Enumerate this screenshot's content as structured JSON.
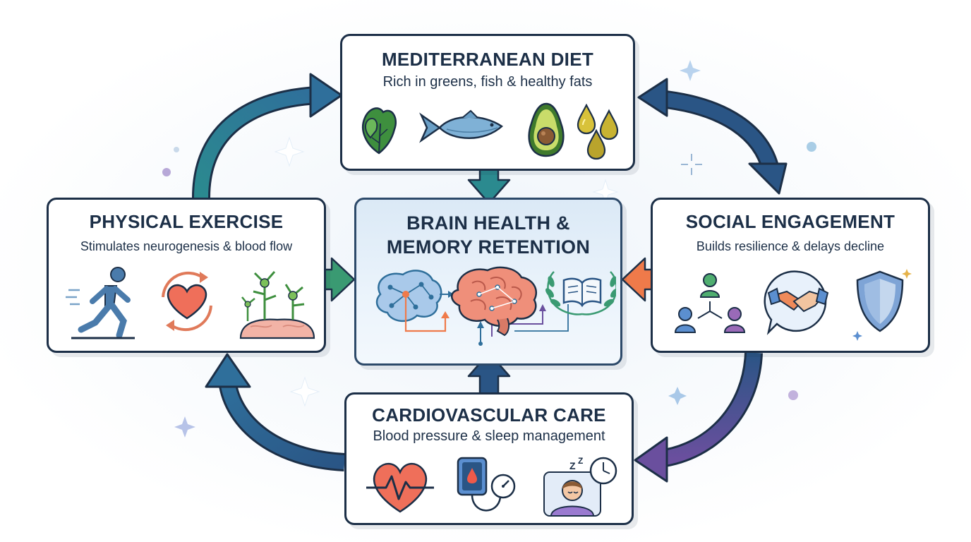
{
  "diagram": {
    "center": {
      "title_line1": "BRAIN HEALTH &",
      "title_line2": "MEMORY RETENTION"
    },
    "nodes": {
      "diet": {
        "title": "MEDITERRANEAN DIET",
        "subtitle": "Rich in greens, fish & healthy fats",
        "icons": [
          "leafy-greens-icon",
          "fish-icon",
          "avocado-icon",
          "olive-oil-drops-icon"
        ]
      },
      "exercise": {
        "title": "PHYSICAL EXERCISE",
        "subtitle": "Stimulates neurogenesis & blood flow",
        "icons": [
          "running-person-icon",
          "heart-cycle-icon",
          "neurons-icon"
        ]
      },
      "social": {
        "title": "SOCIAL ENGAGEMENT",
        "subtitle": "Builds resilience & delays decline",
        "icons": [
          "people-network-icon",
          "handshake-icon",
          "shield-icon"
        ]
      },
      "cardio": {
        "title": "CARDIOVASCULAR CARE",
        "subtitle": "Blood pressure & sleep management",
        "icons": [
          "heartbeat-icon",
          "blood-pressure-monitor-icon",
          "sleeping-person-icon"
        ]
      }
    },
    "colors": {
      "ink": "#1c2f47",
      "teal": "#2b8a8f",
      "blue": "#2f6f9b",
      "navy": "#2a5585",
      "green": "#3a9a72",
      "orange": "#ef7a4a",
      "purple": "#6a4f9e",
      "heart": "#ef6f5a",
      "avocado": "#6aa03a"
    }
  }
}
